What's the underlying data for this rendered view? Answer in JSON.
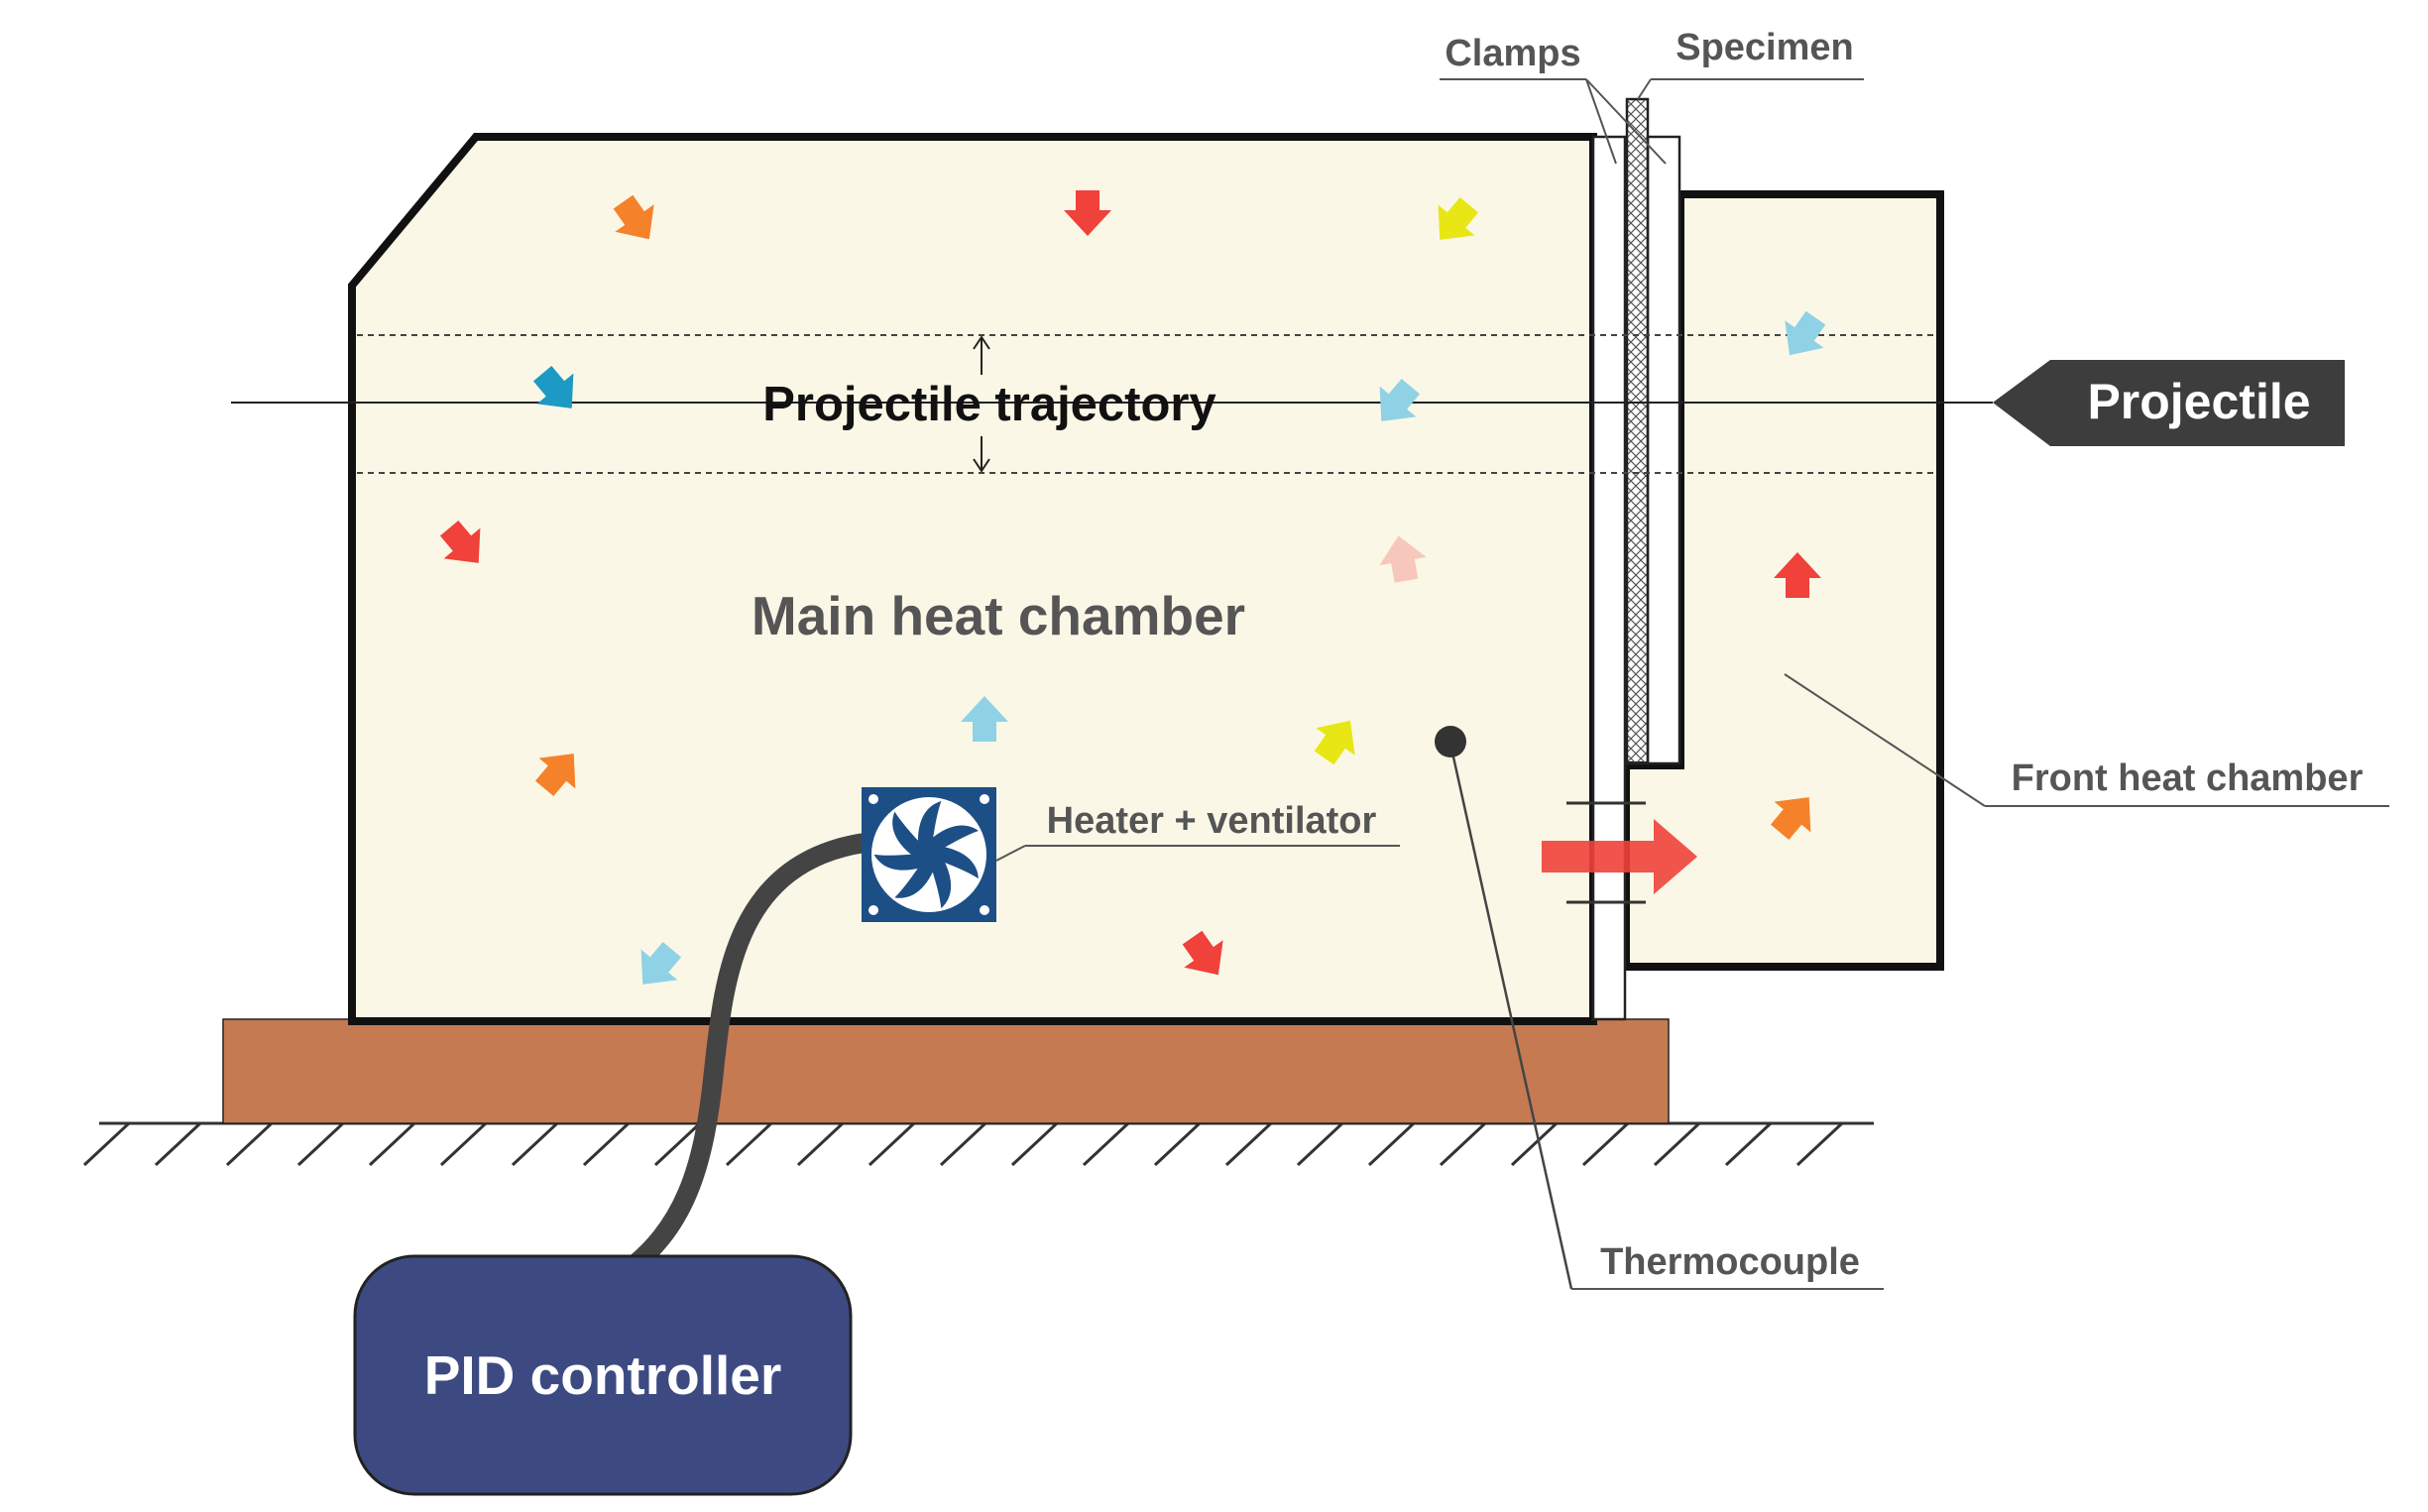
{
  "labels": {
    "clamps": "Clamps",
    "specimen": "Specimen",
    "projectile_trajectory": "Projectile trajectory",
    "projectile": "Projectile",
    "main_heat_chamber": "Main heat chamber",
    "front_heat_chamber": "Front heat chamber",
    "heater_ventilator": "Heater + ventilator",
    "thermocouple": "Thermocouple",
    "pid_controller": "PID controller"
  },
  "colors": {
    "chamber_fill": "#fbf7e6",
    "base_fill": "#c57a52",
    "pid_fill": "#3d4a82",
    "projectile_tag": "#3d3d3d",
    "fan_blue": "#1c4f86",
    "arrow_red": "#f0413a",
    "arrow_orange": "#f5822a",
    "arrow_yellow": "#e8e614",
    "arrow_teal": "#1a9ac4",
    "arrow_light_blue": "#8fd2e6",
    "arrow_pink": "#f8c7bc",
    "line_gray": "#555555"
  }
}
